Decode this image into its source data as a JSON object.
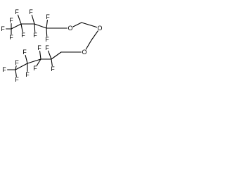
{
  "molecule": {
    "atoms": [
      {
        "id": "c1",
        "symbol": "",
        "label": ""
      },
      {
        "id": "f1",
        "symbol": "F",
        "label": "F"
      },
      {
        "id": "f2",
        "symbol": "F",
        "label": "F"
      },
      {
        "id": "f3",
        "symbol": "F",
        "label": "F"
      },
      {
        "id": "c2",
        "symbol": "",
        "label": ""
      },
      {
        "id": "f4",
        "symbol": "F",
        "label": "F"
      },
      {
        "id": "f5",
        "symbol": "F",
        "label": "F"
      },
      {
        "id": "c3",
        "symbol": "",
        "label": ""
      },
      {
        "id": "f6",
        "symbol": "F",
        "label": "F"
      },
      {
        "id": "f7",
        "symbol": "F",
        "label": "F"
      },
      {
        "id": "c4",
        "symbol": "",
        "label": ""
      },
      {
        "id": "f8",
        "symbol": "F",
        "label": "F"
      },
      {
        "id": "f9",
        "symbol": "F",
        "label": "F"
      },
      {
        "id": "c5",
        "symbol": "",
        "label": ""
      },
      {
        "id": "o1",
        "symbol": "O",
        "label": "O"
      },
      {
        "id": "c6",
        "symbol": "",
        "label": ""
      },
      {
        "id": "o2",
        "symbol": "O",
        "label": "O"
      },
      {
        "id": "c7",
        "symbol": "",
        "label": ""
      },
      {
        "id": "o3",
        "symbol": "O",
        "label": "O"
      },
      {
        "id": "c8",
        "symbol": "",
        "label": ""
      },
      {
        "id": "c9",
        "symbol": "",
        "label": ""
      },
      {
        "id": "f10",
        "symbol": "F",
        "label": "F"
      },
      {
        "id": "f11",
        "symbol": "F",
        "label": "F"
      },
      {
        "id": "c10",
        "symbol": "",
        "label": ""
      },
      {
        "id": "f12",
        "symbol": "F",
        "label": "F"
      },
      {
        "id": "f13",
        "symbol": "F",
        "label": "F"
      },
      {
        "id": "c11",
        "symbol": "",
        "label": ""
      },
      {
        "id": "f14",
        "symbol": "F",
        "label": "F"
      },
      {
        "id": "f15",
        "symbol": "F",
        "label": "F"
      },
      {
        "id": "c12",
        "symbol": "",
        "label": ""
      },
      {
        "id": "f16",
        "symbol": "F",
        "label": "F"
      },
      {
        "id": "f17",
        "symbol": "F",
        "label": "F"
      },
      {
        "id": "f18",
        "symbol": "F",
        "label": "F"
      }
    ],
    "bonds": [
      [
        "c1",
        "f1"
      ],
      [
        "c1",
        "f2"
      ],
      [
        "c1",
        "f3"
      ],
      [
        "c1",
        "c2"
      ],
      [
        "c2",
        "f4"
      ],
      [
        "c2",
        "f5"
      ],
      [
        "c2",
        "c3"
      ],
      [
        "c3",
        "f6"
      ],
      [
        "c3",
        "f7"
      ],
      [
        "c3",
        "c4"
      ],
      [
        "c4",
        "f8"
      ],
      [
        "c4",
        "f9"
      ],
      [
        "c4",
        "c5"
      ],
      [
        "c5",
        "o1"
      ],
      [
        "o1",
        "c6"
      ],
      [
        "c6",
        "o2"
      ],
      [
        "o2",
        "c7"
      ],
      [
        "c7",
        "o3"
      ],
      [
        "o3",
        "c8"
      ],
      [
        "c8",
        "c9"
      ],
      [
        "c9",
        "f10"
      ],
      [
        "c9",
        "f11"
      ],
      [
        "c9",
        "c10"
      ],
      [
        "c10",
        "f12"
      ],
      [
        "c10",
        "f13"
      ],
      [
        "c10",
        "c11"
      ],
      [
        "c11",
        "f14"
      ],
      [
        "c11",
        "f15"
      ],
      [
        "c11",
        "c12"
      ],
      [
        "c12",
        "f16"
      ],
      [
        "c12",
        "f17"
      ],
      [
        "c12",
        "f18"
      ]
    ]
  }
}
